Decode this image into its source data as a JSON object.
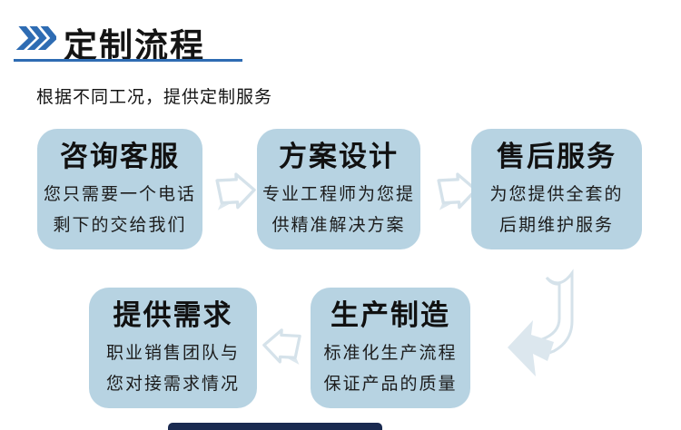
{
  "header": {
    "icon": "triple-chevron-right",
    "title": "定制流程",
    "subtitle": "根据不同工况，提供定制服务",
    "accent_color": "#2e6cb3"
  },
  "flow": {
    "box_fill_color": "#b7d3e2",
    "arrow_outline_color": "#d5e2ea",
    "arrow_fill_color": "#dce7ee",
    "steps": [
      {
        "title": "咨询客服",
        "desc_line1": "您只需要一个电话",
        "desc_line2": "剩下的交给我们"
      },
      {
        "title": "方案设计",
        "desc_line1": "专业工程师为您提",
        "desc_line2": "供精准解决方案"
      },
      {
        "title": "售后服务",
        "desc_line1": "为您提供全套的",
        "desc_line2": "后期维护服务"
      },
      {
        "title": "提供需求",
        "desc_line1": "职业销售团队与",
        "desc_line2": "您对接需求情况"
      },
      {
        "title": "生产制造",
        "desc_line1": "标准化生产流程",
        "desc_line2": "保证产品的质量"
      }
    ],
    "connectors": [
      "arrow-right",
      "arrow-right",
      "arrow-curve-down-left",
      "arrow-left"
    ]
  },
  "footer": {
    "divider_bar_color": "#1a2a50"
  }
}
